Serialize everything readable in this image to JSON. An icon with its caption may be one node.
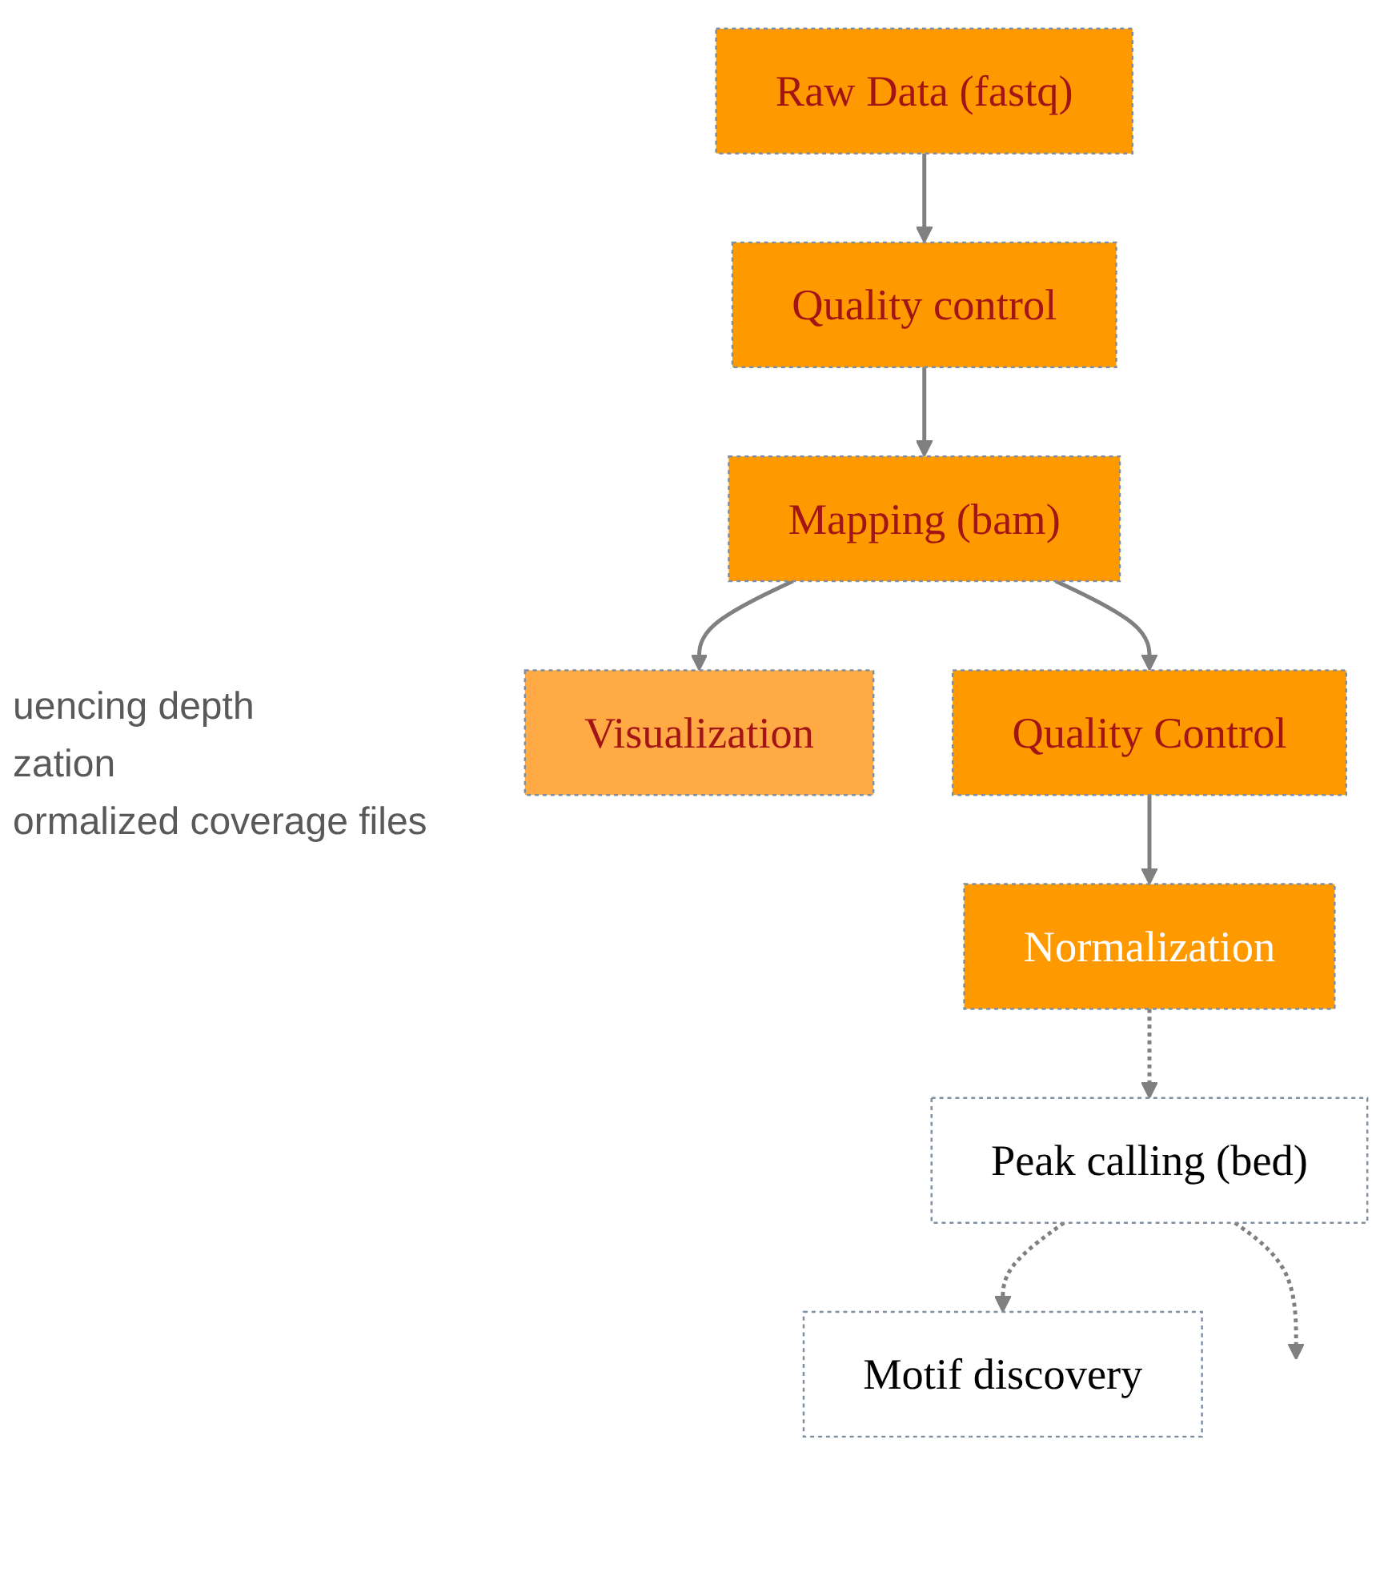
{
  "diagram": {
    "nodes": [
      {
        "text": [
          "Raw Data (fastq)"
        ]
      },
      {
        "text": [
          "Quality control"
        ]
      },
      {
        "text": [
          "Mapping (bam)"
        ]
      },
      {
        "text": [
          "Visualization"
        ]
      },
      {
        "text": [
          "Quality Control"
        ]
      },
      {
        "text": [
          "Normalization"
        ]
      },
      {
        "text": [
          "Peak calling (bed)"
        ]
      },
      {
        "text": [
          "Motif discovery"
        ]
      }
    ],
    "edges": [
      {
        "from": 0,
        "to": 1,
        "arrow": "to"
      },
      {
        "from": 1,
        "to": 2,
        "arrow": "to"
      },
      {
        "from": 2,
        "to": 3,
        "arrow": "to"
      },
      {
        "from": 2,
        "to": 4,
        "arrow": "to"
      },
      {
        "from": 4,
        "to": 5,
        "arrow": "to"
      },
      {
        "from": 5,
        "to": 6,
        "arrow": "to",
        "style": "dashed"
      },
      {
        "from": 6,
        "to": 7,
        "arrow": "to",
        "style": "dashed"
      },
      {
        "from": 6,
        "to": null,
        "arrow": "to",
        "style": "dashed"
      }
    ],
    "labels": [
      "uencing depth",
      "zation",
      "ormalized coverage files"
    ]
  }
}
